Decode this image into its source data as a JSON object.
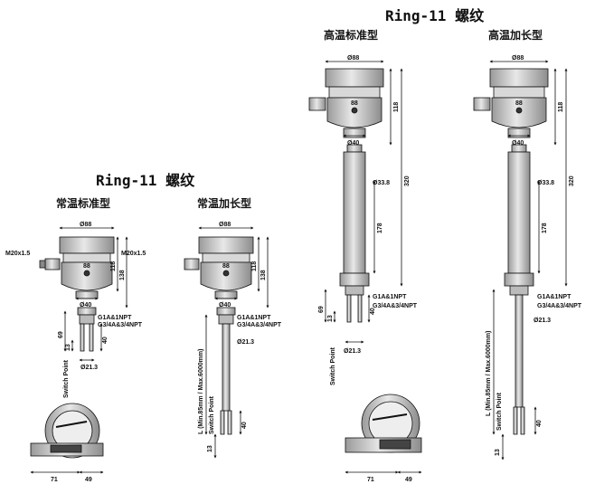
{
  "headings": {
    "right_title": "Ring-11 螺纹",
    "left_title": "Ring-11 螺纹",
    "high_standard": "高温标准型",
    "high_extended": "高温加长型",
    "normal_standard": "常温标准型",
    "normal_extended": "常温加长型"
  },
  "labels": {
    "d88": "Ø88",
    "d40": "Ø40",
    "d33_8": "Ø33.8",
    "d21_3": "Ø21.3",
    "m20": "M20x1.5",
    "n88": "88",
    "n118": "118",
    "n138": "138",
    "n320": "320",
    "n178": "178",
    "n69": "69",
    "n13": "13",
    "n40": "40",
    "n71": "71",
    "n49": "49",
    "thread1": "G1A&1NPT",
    "thread2": "G3/4A&3/4NPT",
    "switch_point": "Switch Point",
    "length": "L (Min.85mm / Max.6000mm)"
  }
}
